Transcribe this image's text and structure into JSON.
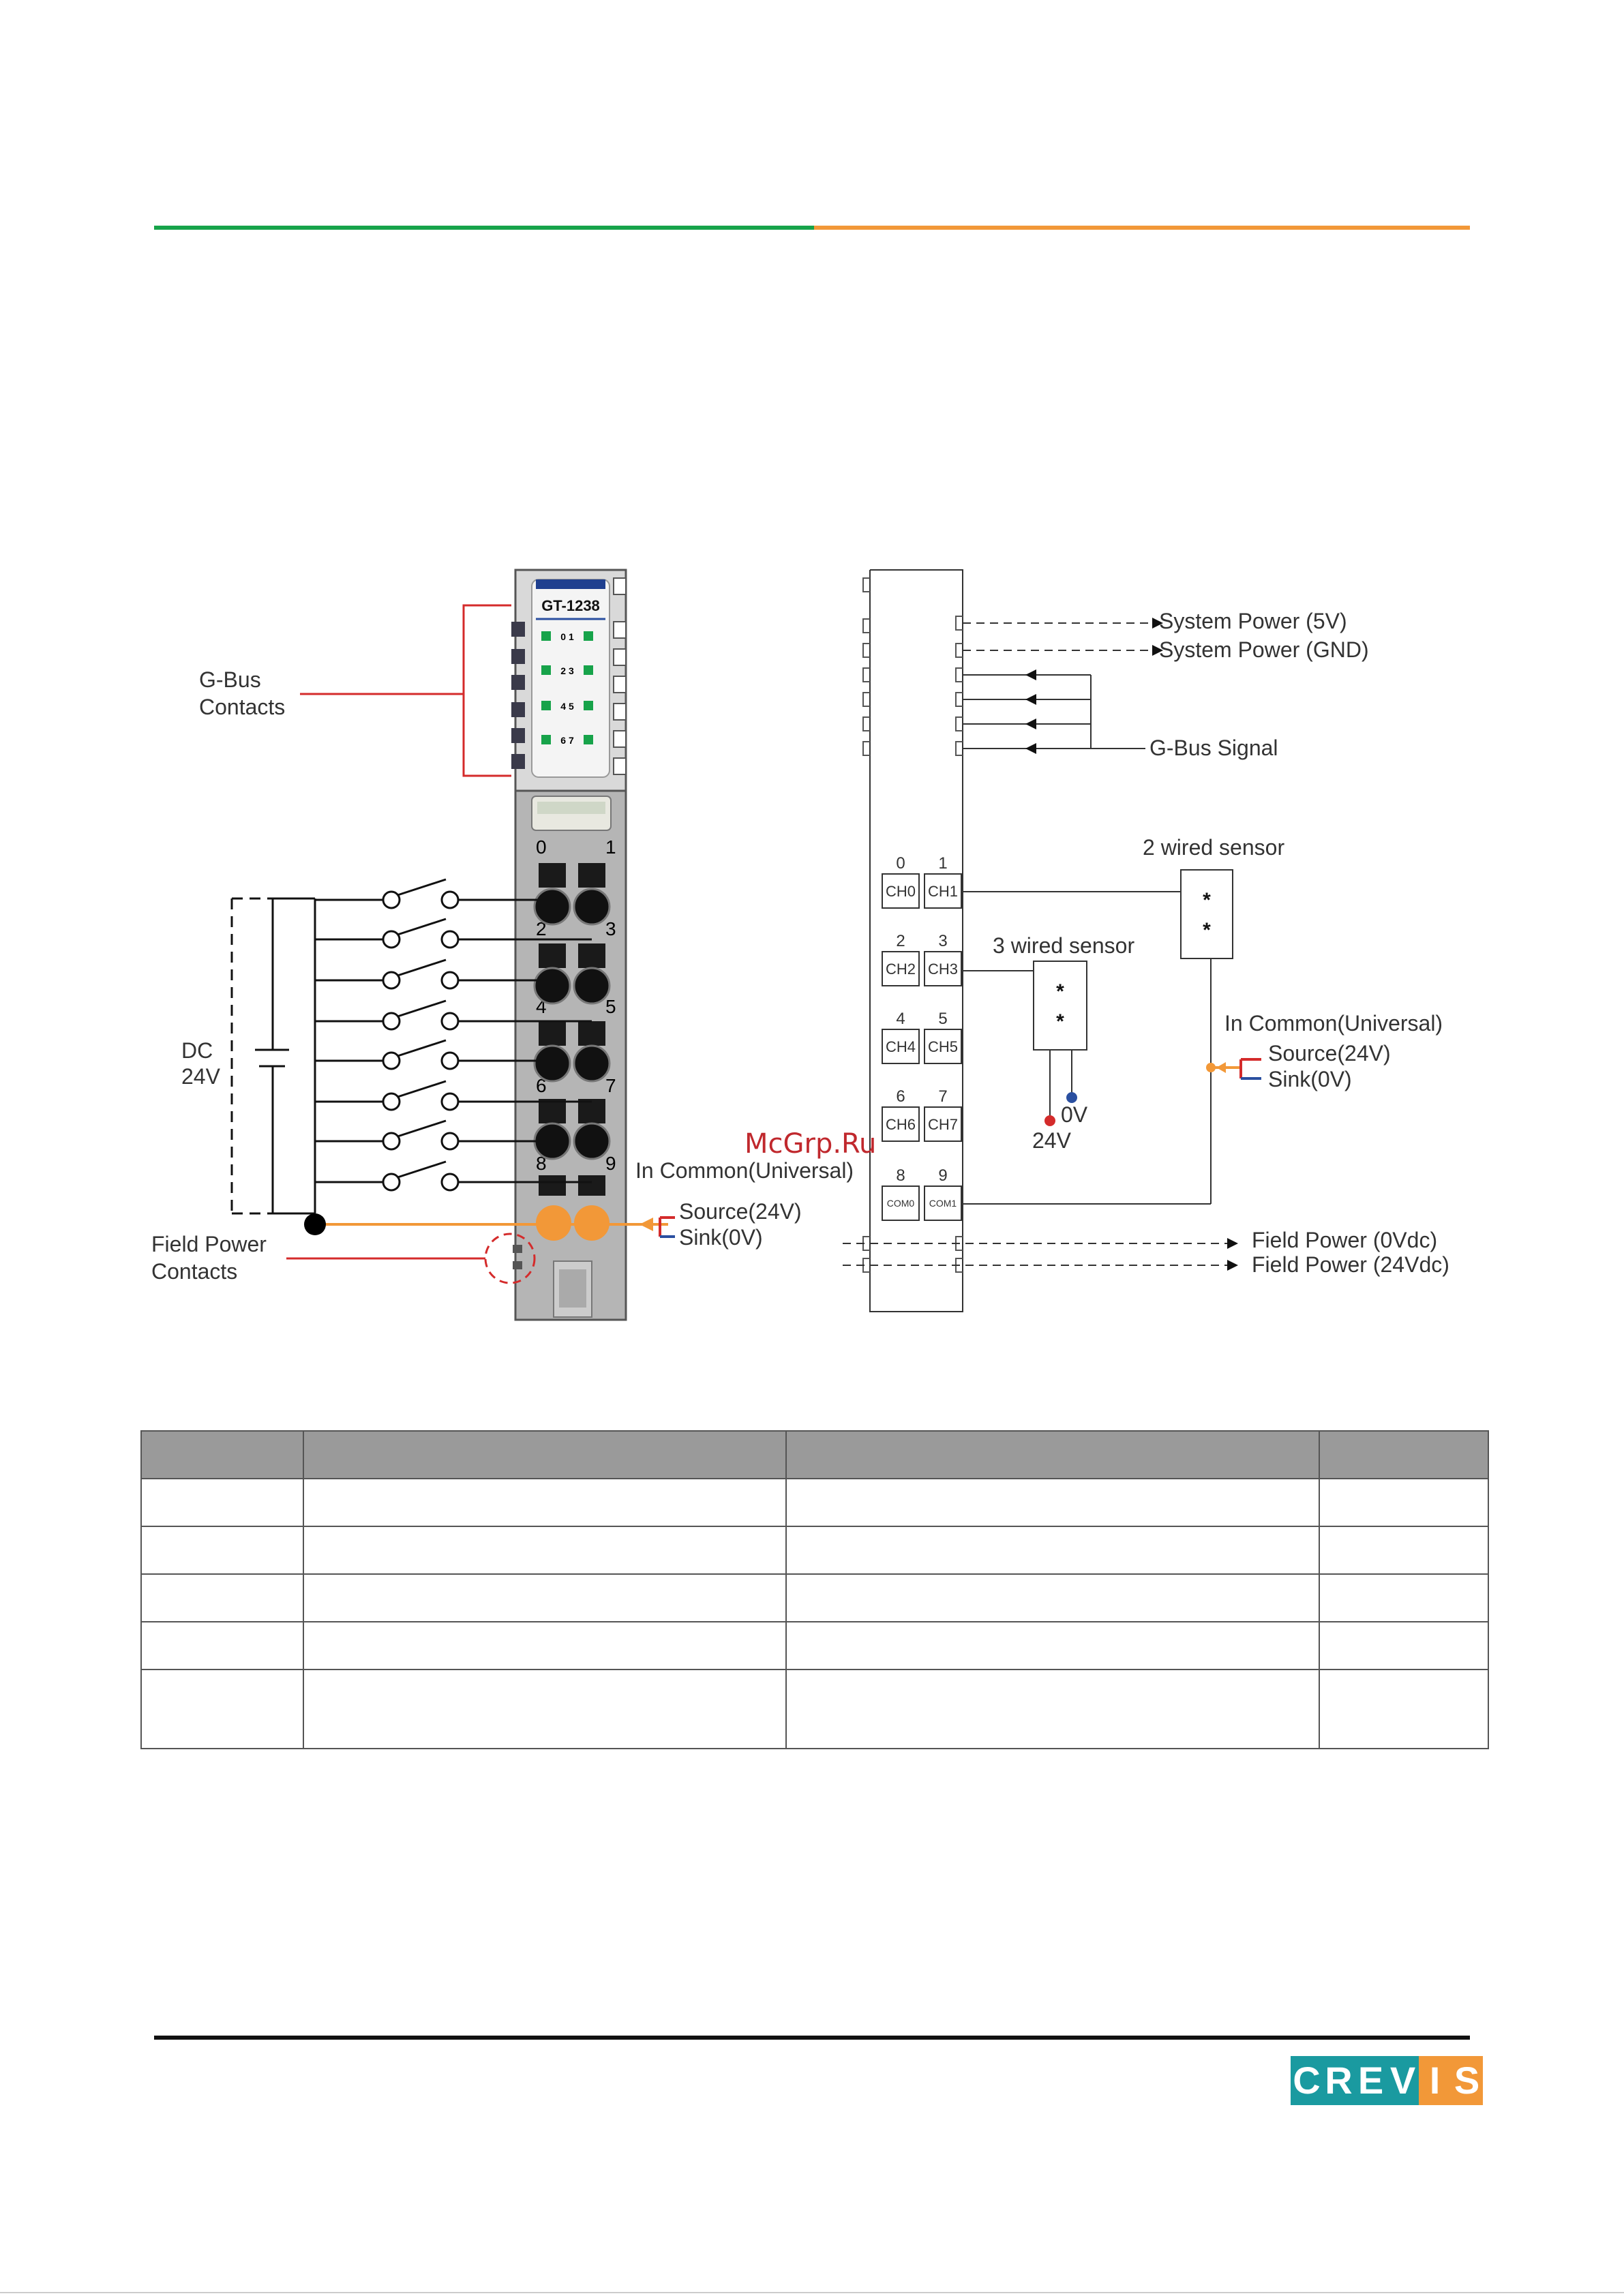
{
  "diagram": {
    "module": {
      "model": "GT-1238",
      "led_labels": [
        "0 1",
        "2 3",
        "4 5",
        "6 7"
      ],
      "terminal_numbers": [
        "0",
        "1",
        "2",
        "3",
        "4",
        "5",
        "6",
        "7",
        "8",
        "9"
      ]
    },
    "left_labels": {
      "gbus_line1": "G-Bus",
      "gbus_line2": "Contacts",
      "dc_line1": "DC",
      "dc_line2": "24V",
      "field_line1": "Field Power",
      "field_line2": "Contacts",
      "in_common": "In Common(Universal)",
      "source": "Source(24V)",
      "sink": "Sink(0V)"
    },
    "right_labels": {
      "system_power_5v": "System Power (5V)",
      "system_power_gnd": "System Power (GND)",
      "gbus_signal": "G-Bus Signal",
      "two_wired": "2 wired sensor",
      "three_wired": "3 wired sensor",
      "in_common": "In Common(Universal)",
      "source": "Source(24V)",
      "sink": "Sink(0V)",
      "zero_v": "0V",
      "twentyfour_v": "24V",
      "field_0v": "Field Power (0Vdc)",
      "field_24v": "Field Power (24Vdc)",
      "sensor_mark": "*"
    },
    "channels": [
      {
        "top": "0",
        "label": "CH0"
      },
      {
        "top": "1",
        "label": "CH1"
      },
      {
        "top": "2",
        "label": "CH2"
      },
      {
        "top": "3",
        "label": "CH3"
      },
      {
        "top": "4",
        "label": "CH4"
      },
      {
        "top": "5",
        "label": "CH5"
      },
      {
        "top": "6",
        "label": "CH6"
      },
      {
        "top": "7",
        "label": "CH7"
      },
      {
        "top": "8",
        "label": "COM0"
      },
      {
        "top": "9",
        "label": "COM1"
      }
    ],
    "colors": {
      "green": "#17a34a",
      "orange": "#f29838",
      "red": "#d42b2b",
      "blue": "#2a4fa0"
    }
  },
  "watermark": "McGrp.Ru",
  "logo": {
    "letters": [
      "C",
      "R",
      "E",
      "V",
      "I",
      "S"
    ],
    "colors": [
      "#1a9aa0",
      "#1a9aa0",
      "#1a9aa0",
      "#1a9aa0",
      "#f29838",
      "#f29838"
    ]
  }
}
